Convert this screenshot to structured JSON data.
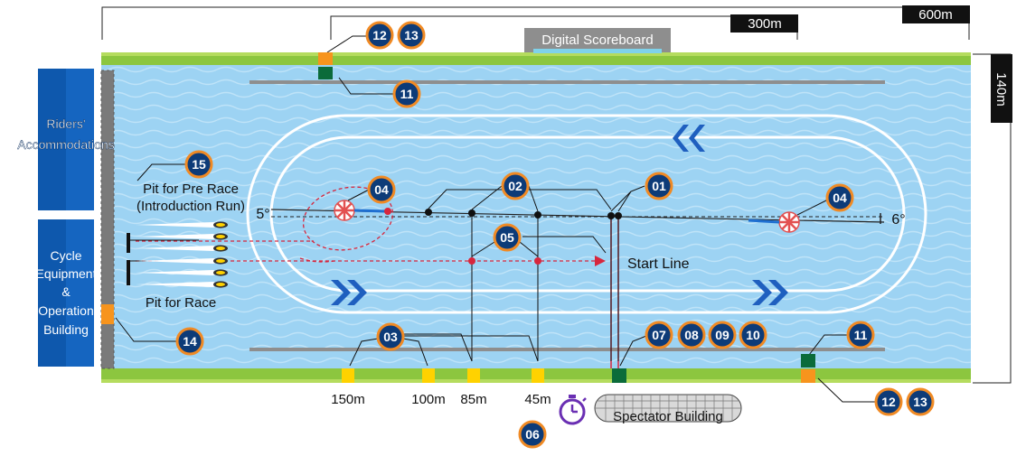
{
  "dimensions": {
    "length": "600m",
    "half_length": "300m",
    "width": "140m"
  },
  "buildings": {
    "scoreboard": "Digital Scoreboard",
    "riders_line1": "Riders'",
    "riders_line2": "Accommodations",
    "cycle_line1": "Cycle",
    "cycle_line2": "Equipment",
    "cycle_line3": "&",
    "cycle_line4": "Operation",
    "cycle_line5": "Building",
    "spectator": "Spectator Building"
  },
  "pits": {
    "pre_race_line1": "Pit for Pre Race",
    "pre_race_line2": "(Introduction Run)",
    "race": "Pit for Race"
  },
  "course": {
    "start_line": "Start Line",
    "angle_left": "5°",
    "angle_right": "6°"
  },
  "distances": {
    "d150": "150m",
    "d100": "100m",
    "d85": "85m",
    "d45": "45m"
  },
  "badges": {
    "b01": "01",
    "b02": "02",
    "b03": "03",
    "b04": "04",
    "b05": "05",
    "b06": "06",
    "b07": "07",
    "b08": "08",
    "b09": "09",
    "b10": "10",
    "b11": "11",
    "b12": "12",
    "b13": "13",
    "b14": "14",
    "b15": "15"
  },
  "colors": {
    "water": "#9dd3f3",
    "bank": "#8cc63f",
    "badge": "#0d3b78",
    "badge_ring": "#f08a24",
    "building": "#1565c0",
    "marker_yellow": "#ffd200",
    "marker_orange": "#f7941d",
    "marker_green": "#0b6b3a",
    "course_red": "#d7263d",
    "chevron": "#1f5fbf"
  }
}
